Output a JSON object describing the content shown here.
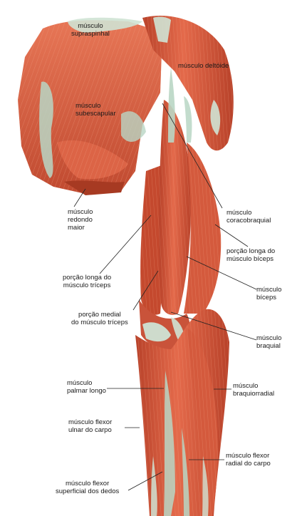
{
  "labels": {
    "supraspinal": [
      "músculo",
      "supraspinhal"
    ],
    "deltoide": [
      "músculo deltóide"
    ],
    "subescapular": [
      "músculo",
      "subescapular"
    ],
    "redondo": [
      "músculo",
      "redondo",
      "maior"
    ],
    "coracobraquial": [
      "músculo",
      "coracobraquial"
    ],
    "porcao_longa_biceps": [
      "porção longa do",
      "músculo bíceps"
    ],
    "porcao_longa_triceps": [
      "porção longa do",
      "músculo tríceps"
    ],
    "biceps": [
      "músculo",
      "bíceps"
    ],
    "porcao_medial_triceps": [
      "porção medial",
      "do músculo tríceps"
    ],
    "braquial": [
      "músculo",
      "braquial"
    ],
    "palmar": [
      "músculo",
      "palmar longo"
    ],
    "braquiorradial": [
      "músculo",
      "braquiorradial"
    ],
    "flexor_ulnar": [
      "músculo flexor",
      "ulnar do carpo"
    ],
    "flexor_radial": [
      "músculo flexor",
      "radial do carpo"
    ],
    "flexor_superficial": [
      "músculo flexor",
      "superficial dos dedos"
    ]
  },
  "colors": {
    "muscle": "#d9573c",
    "muscle_dark": "#a8361f",
    "muscle_light": "#ec8a6c",
    "tendon": "#b9d6c4",
    "background": "#ffffff",
    "leader_line": "#222222"
  }
}
